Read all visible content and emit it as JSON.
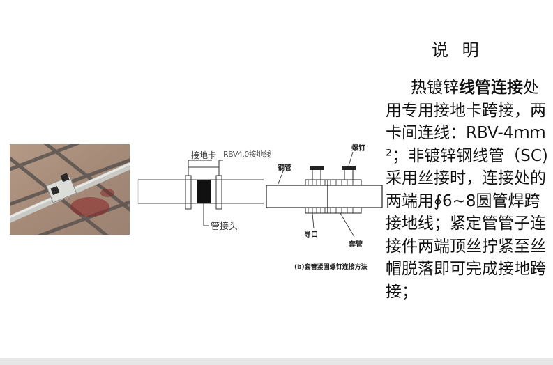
{
  "explanation": {
    "title": "说 明",
    "intro_plain": "热镀锌",
    "intro_bold": "线管连接",
    "body": "处用专用接地卡跨接，两卡间连线：RBV-4ｍｍ²；非镀锌钢线管（SC)采用丝接时，连接处的两端用∮6~8圆管焊跨接地线；紧定管管子连接件两端顶丝拧紧至丝帽脱落即可完成接地跨接；"
  },
  "left_diagram": {
    "label_ground_clip": "接地卡",
    "label_wire": "RBV4.0接地线",
    "label_joint": "管接头"
  },
  "right_diagram": {
    "label_screw": "螺钉",
    "label_steel_pipe": "钢管",
    "label_guide": "导口",
    "label_sleeve": "套管",
    "caption": "(b)套管紧固螺钉连接方法"
  },
  "colors": {
    "text": "#111111",
    "footer": "#e6e6e6"
  }
}
